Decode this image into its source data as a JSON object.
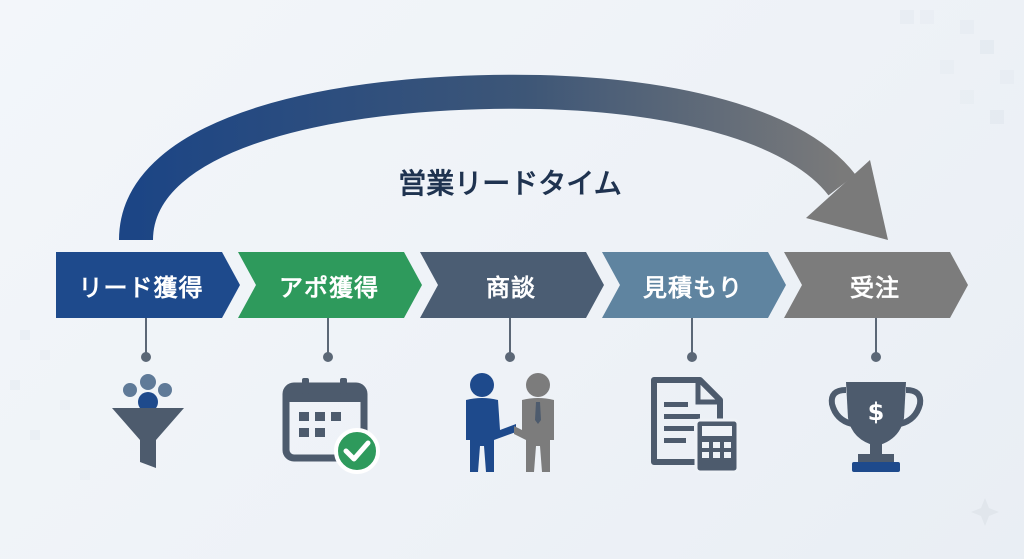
{
  "title": "営業リードタイム",
  "steps": [
    {
      "label": "リード獲得",
      "icon": "funnel-icon",
      "color": "#1e4a8c"
    },
    {
      "label": "アポ獲得",
      "icon": "calendar-check-icon",
      "color": "#2e9a5c"
    },
    {
      "label": "商談",
      "icon": "handshake-icon",
      "color": "#4b5d73"
    },
    {
      "label": "見積もり",
      "icon": "quote-calculator-icon",
      "color": "#5f84a0"
    },
    {
      "label": "受注",
      "icon": "trophy-dollar-icon",
      "color": "#7c7c7c"
    }
  ],
  "colors": {
    "arc_start": "#1c4585",
    "arc_end": "#7a7a7a",
    "icon_dark": "#4d5b6d",
    "icon_blue": "#1e4a8c",
    "icon_green": "#2e9a5c",
    "title": "#1f3350",
    "connector": "#5b6776"
  }
}
